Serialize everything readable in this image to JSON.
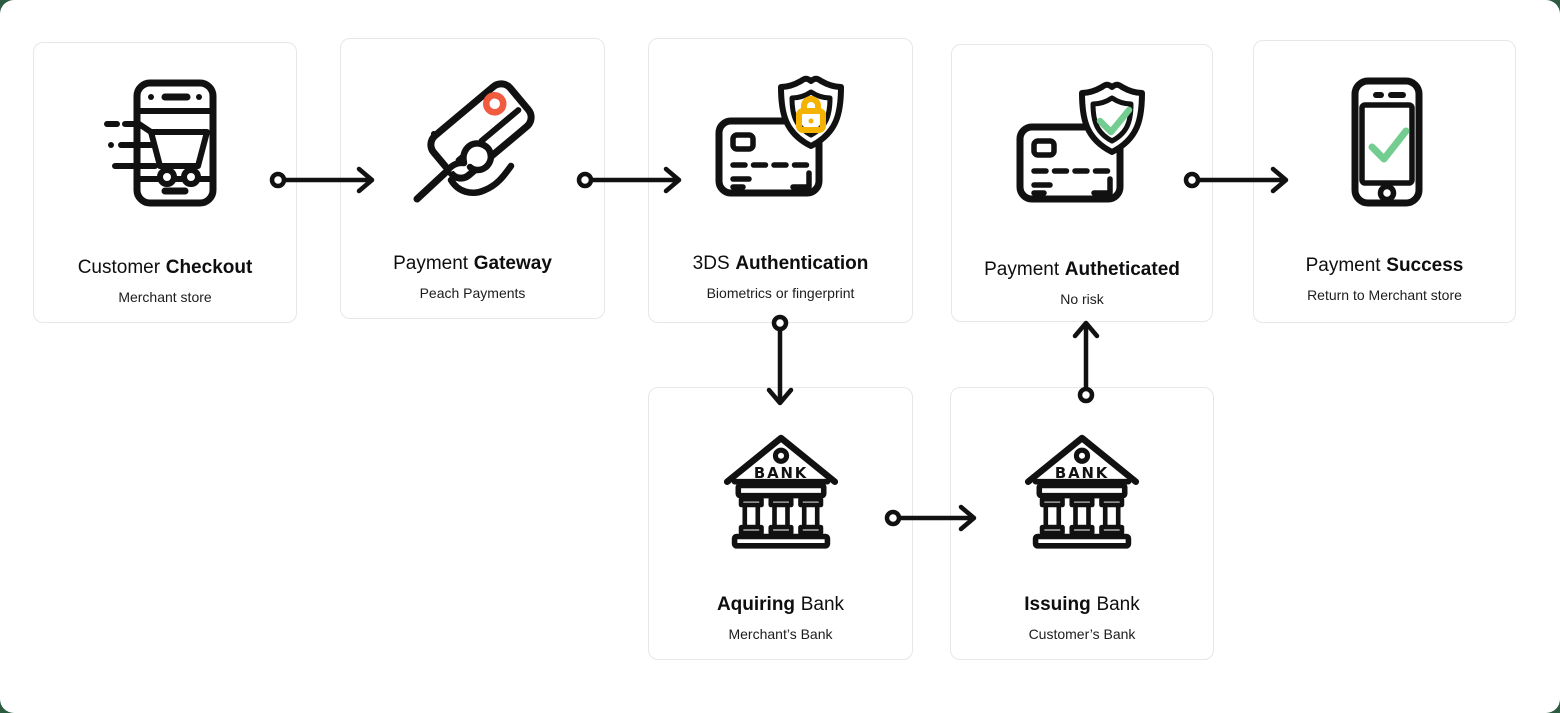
{
  "diagram": {
    "type": "payment-flowchart",
    "backdrop_color": "#2d5b41",
    "colors": {
      "ink": "#111111",
      "orange": "#F15B40",
      "yellow": "#F5B301",
      "green": "#74CD90"
    }
  },
  "cards": [
    {
      "id": "customer-checkout",
      "icon": "phone-cart-icon",
      "title_normal": "Customer",
      "title_bold": "Checkout",
      "subtitle": "Merchant store"
    },
    {
      "id": "payment-gateway",
      "icon": "hand-card-icon",
      "title_normal": "Payment",
      "title_bold": "Gateway",
      "subtitle": "Peach Payments"
    },
    {
      "id": "3ds-authentication",
      "icon": "card-shield-lock-icon",
      "title_normal": "3DS",
      "title_bold": "Authentication",
      "subtitle": "Biometrics or fingerprint"
    },
    {
      "id": "payment-autheticated",
      "icon": "card-shield-check-icon",
      "title_normal": "Payment",
      "title_bold": "Autheticated",
      "subtitle": "No risk"
    },
    {
      "id": "payment-success",
      "icon": "phone-check-icon",
      "title_normal": "Payment",
      "title_bold": "Success",
      "subtitle": "Return to Merchant store"
    },
    {
      "id": "aquiring-bank",
      "icon": "bank-icon",
      "title_bold": "Aquiring",
      "title_normal": "Bank",
      "subtitle": "Merchant’s Bank",
      "bank_sign": "BANK"
    },
    {
      "id": "issuing-bank",
      "icon": "bank-icon",
      "title_bold": "Issuing",
      "title_normal": "Bank",
      "subtitle": "Customer’s Bank",
      "bank_sign": "BANK"
    }
  ],
  "arrows": [
    {
      "id": "arrow-checkout-to-gateway",
      "from": "customer-checkout",
      "to": "payment-gateway",
      "direction": "right"
    },
    {
      "id": "arrow-gateway-to-3ds",
      "from": "payment-gateway",
      "to": "3ds-authentication",
      "direction": "right"
    },
    {
      "id": "arrow-3ds-to-acquiring",
      "from": "3ds-authentication",
      "to": "aquiring-bank",
      "direction": "down"
    },
    {
      "id": "arrow-acquiring-to-issuing",
      "from": "aquiring-bank",
      "to": "issuing-bank",
      "direction": "right"
    },
    {
      "id": "arrow-issuing-to-authenticated",
      "from": "issuing-bank",
      "to": "payment-autheticated",
      "direction": "up"
    },
    {
      "id": "arrow-authenticated-to-success",
      "from": "payment-autheticated",
      "to": "payment-success",
      "direction": "right"
    }
  ]
}
